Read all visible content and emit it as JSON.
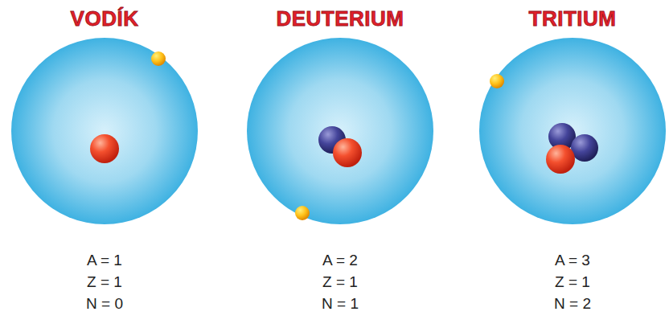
{
  "diagram": {
    "nodes": [
      {
        "text": [
          "VODÍK",
          "A = 1",
          "Z = 1",
          "N = 0"
        ]
      },
      {
        "text": [
          "DEUTERIUM",
          "A = 2",
          "Z = 1",
          "N = 1"
        ]
      },
      {
        "text": [
          "TRITIUM",
          "A = 3",
          "Z = 1",
          "N = 2"
        ]
      }
    ]
  }
}
